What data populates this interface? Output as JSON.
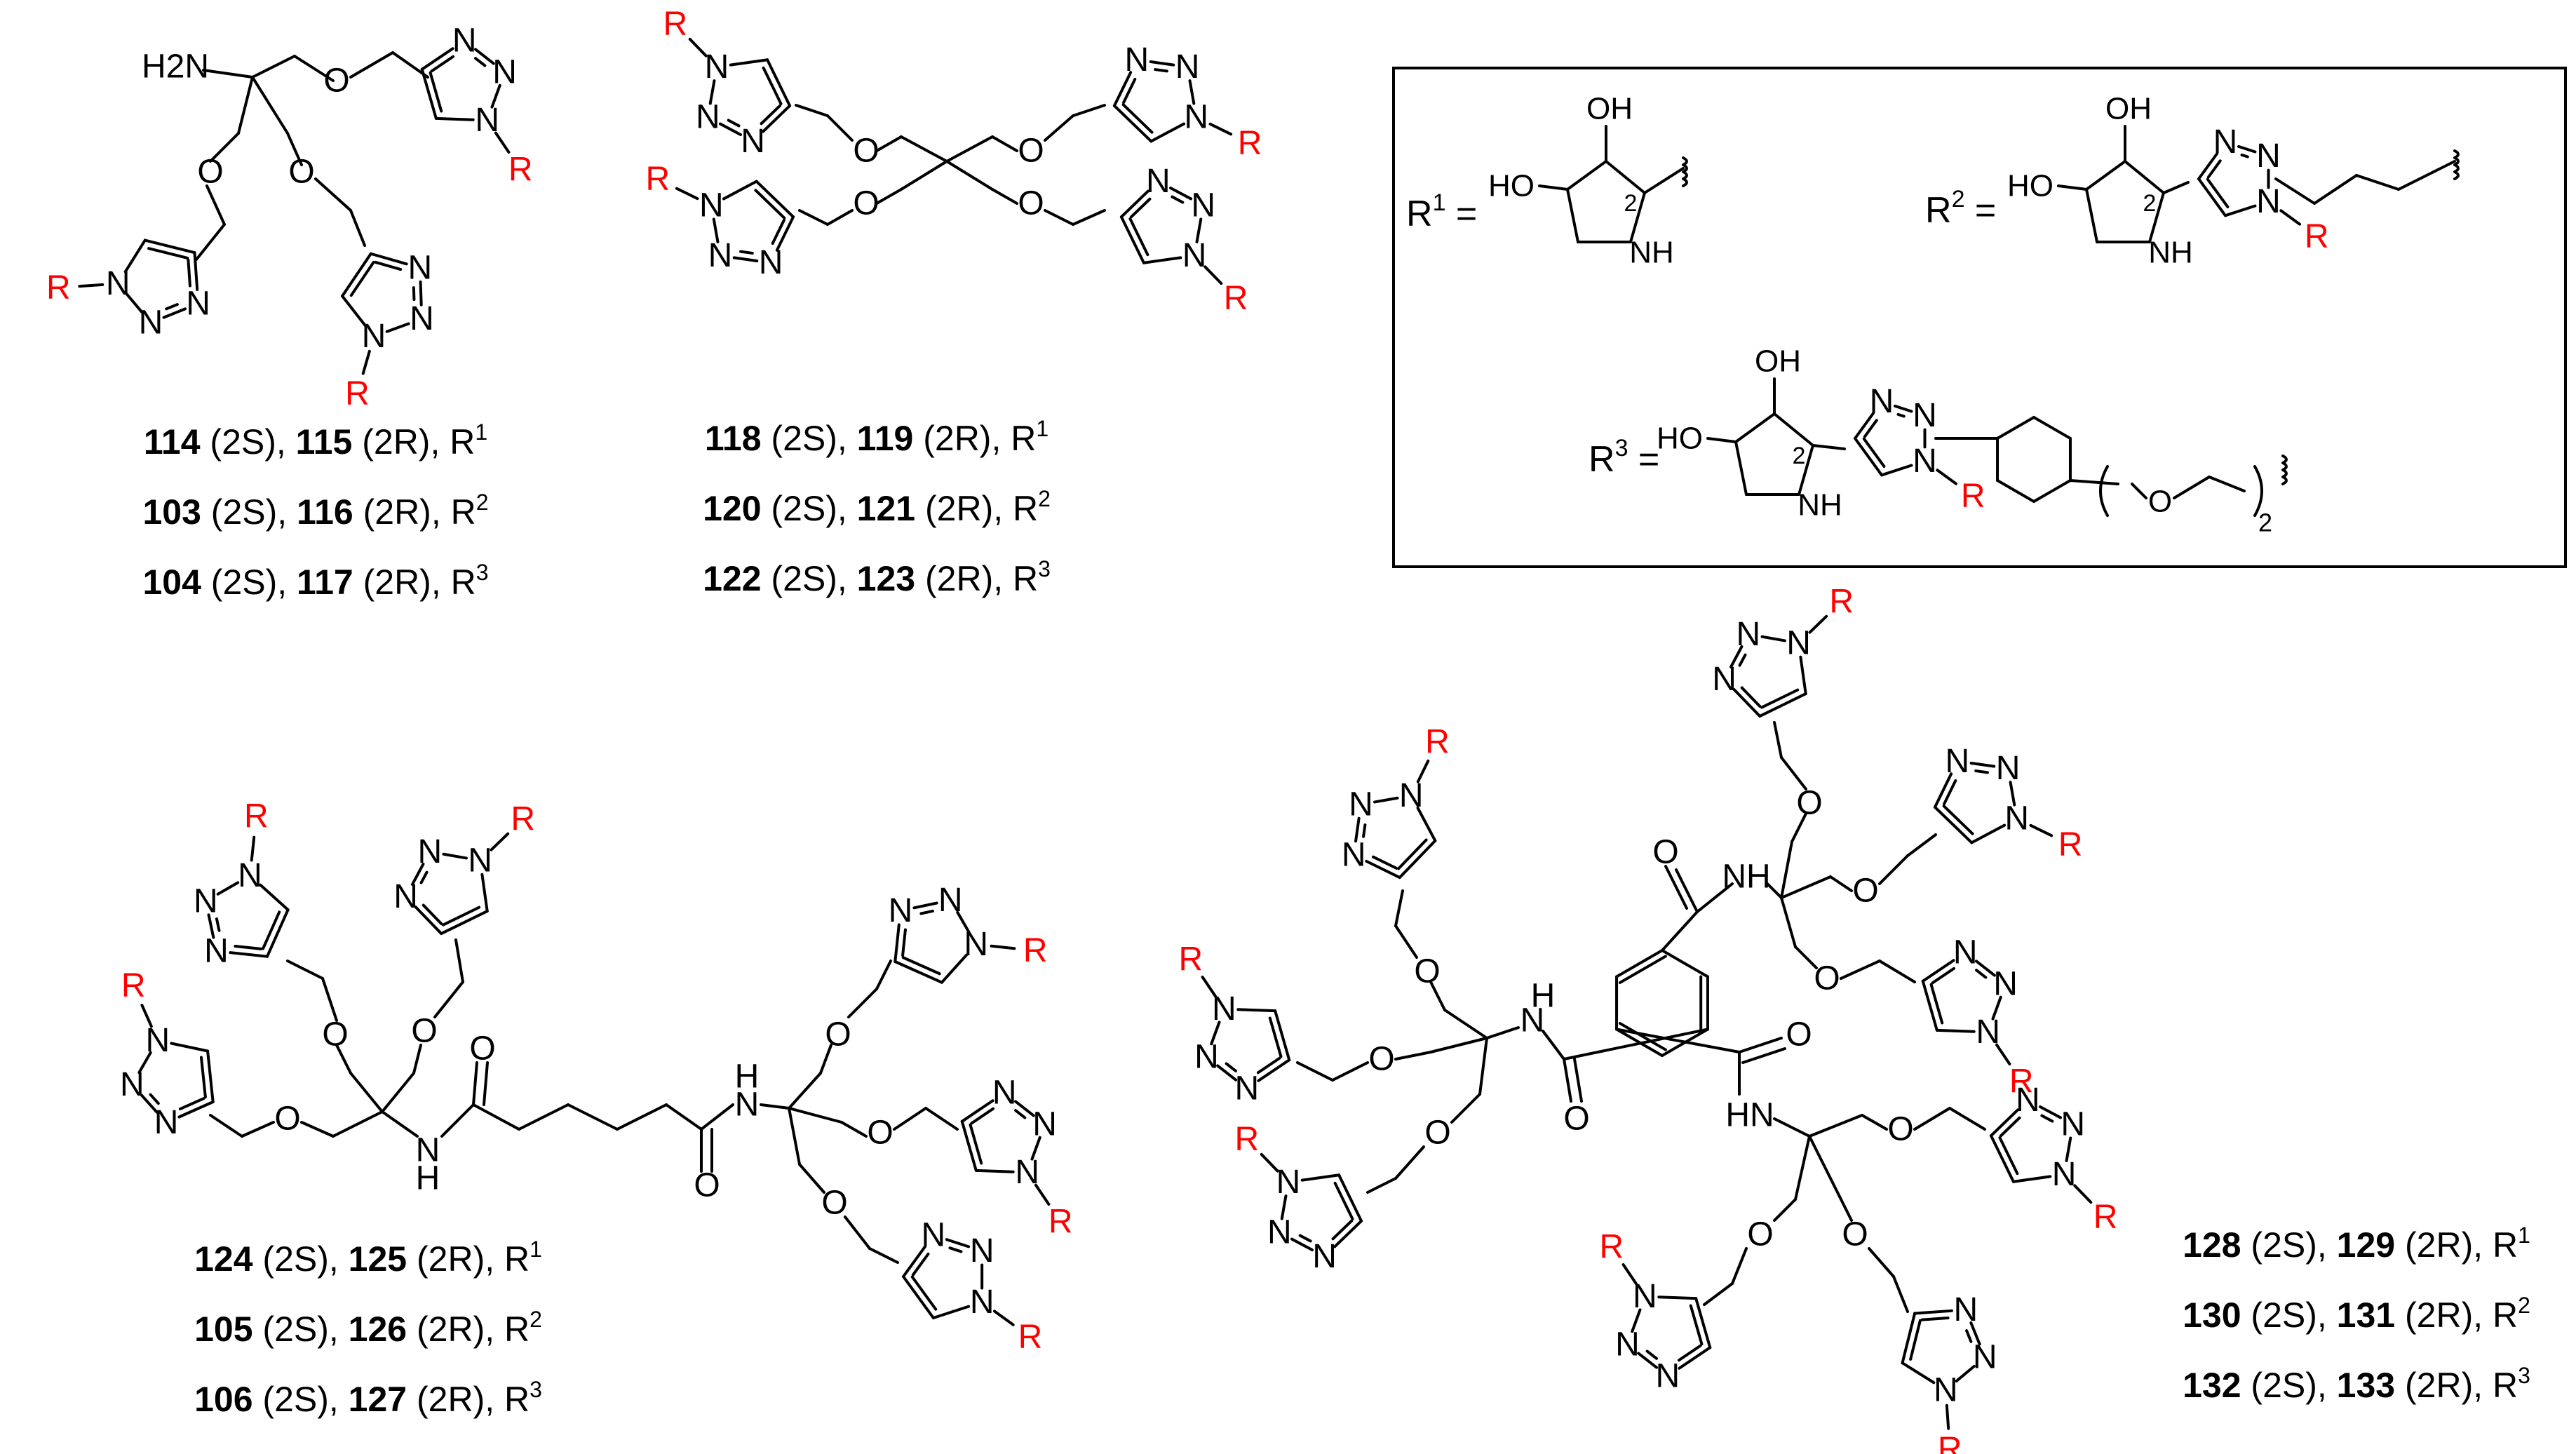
{
  "atoms": {
    "N": "N",
    "O": "O",
    "H": "H",
    "R": "R",
    "NH": "NH",
    "HN": "HN",
    "OH": "OH",
    "HO": "HO",
    "H2N": "H2N",
    "stereo_2": "2",
    "repeat_2": "2"
  },
  "colors": {
    "bond": "#000000",
    "substituent_R": "#ff0000"
  },
  "legend": {
    "r1_eq": "R1 =",
    "r2_eq": "R2 =",
    "r3_eq": "R3 ="
  },
  "compound_groups": [
    {
      "id": "tris-triazole",
      "lines": [
        {
          "a": "114",
          "a_cfg": "(2S),",
          "b": "115",
          "b_cfg": "(2R), R",
          "sub": "1"
        },
        {
          "a": "103",
          "a_cfg": "(2S),",
          "b": "116",
          "b_cfg": "(2R), R",
          "sub": "2"
        },
        {
          "a": "104",
          "a_cfg": "(2S),",
          "b": "117",
          "b_cfg": "(2R), R",
          "sub": "3"
        }
      ]
    },
    {
      "id": "tetrakis-triazole",
      "lines": [
        {
          "a": "118",
          "a_cfg": "(2S),",
          "b": "119",
          "b_cfg": "(2R), R",
          "sub": "1"
        },
        {
          "a": "120",
          "a_cfg": "(2S),",
          "b": "121",
          "b_cfg": "(2R), R",
          "sub": "2"
        },
        {
          "a": "122",
          "a_cfg": "(2S),",
          "b": "123",
          "b_cfg": "(2R), R",
          "sub": "3"
        }
      ]
    },
    {
      "id": "hexakis-triazole",
      "lines": [
        {
          "a": "124",
          "a_cfg": "(2S),",
          "b": "125",
          "b_cfg": "(2R), R",
          "sub": "1"
        },
        {
          "a": "105",
          "a_cfg": "(2S),",
          "b": "126",
          "b_cfg": "(2R), R",
          "sub": "2"
        },
        {
          "a": "106",
          "a_cfg": "(2S),",
          "b": "127",
          "b_cfg": "(2R), R",
          "sub": "3"
        }
      ]
    },
    {
      "id": "nonakis-triazole",
      "lines": [
        {
          "a": "128",
          "a_cfg": "(2S),",
          "b": "129",
          "b_cfg": "(2R), R",
          "sub": "1"
        },
        {
          "a": "130",
          "a_cfg": "(2S),",
          "b": "131",
          "b_cfg": "(2R), R",
          "sub": "2"
        },
        {
          "a": "132",
          "a_cfg": "(2S),",
          "b": "133",
          "b_cfg": "(2R), R",
          "sub": "3"
        }
      ]
    }
  ]
}
